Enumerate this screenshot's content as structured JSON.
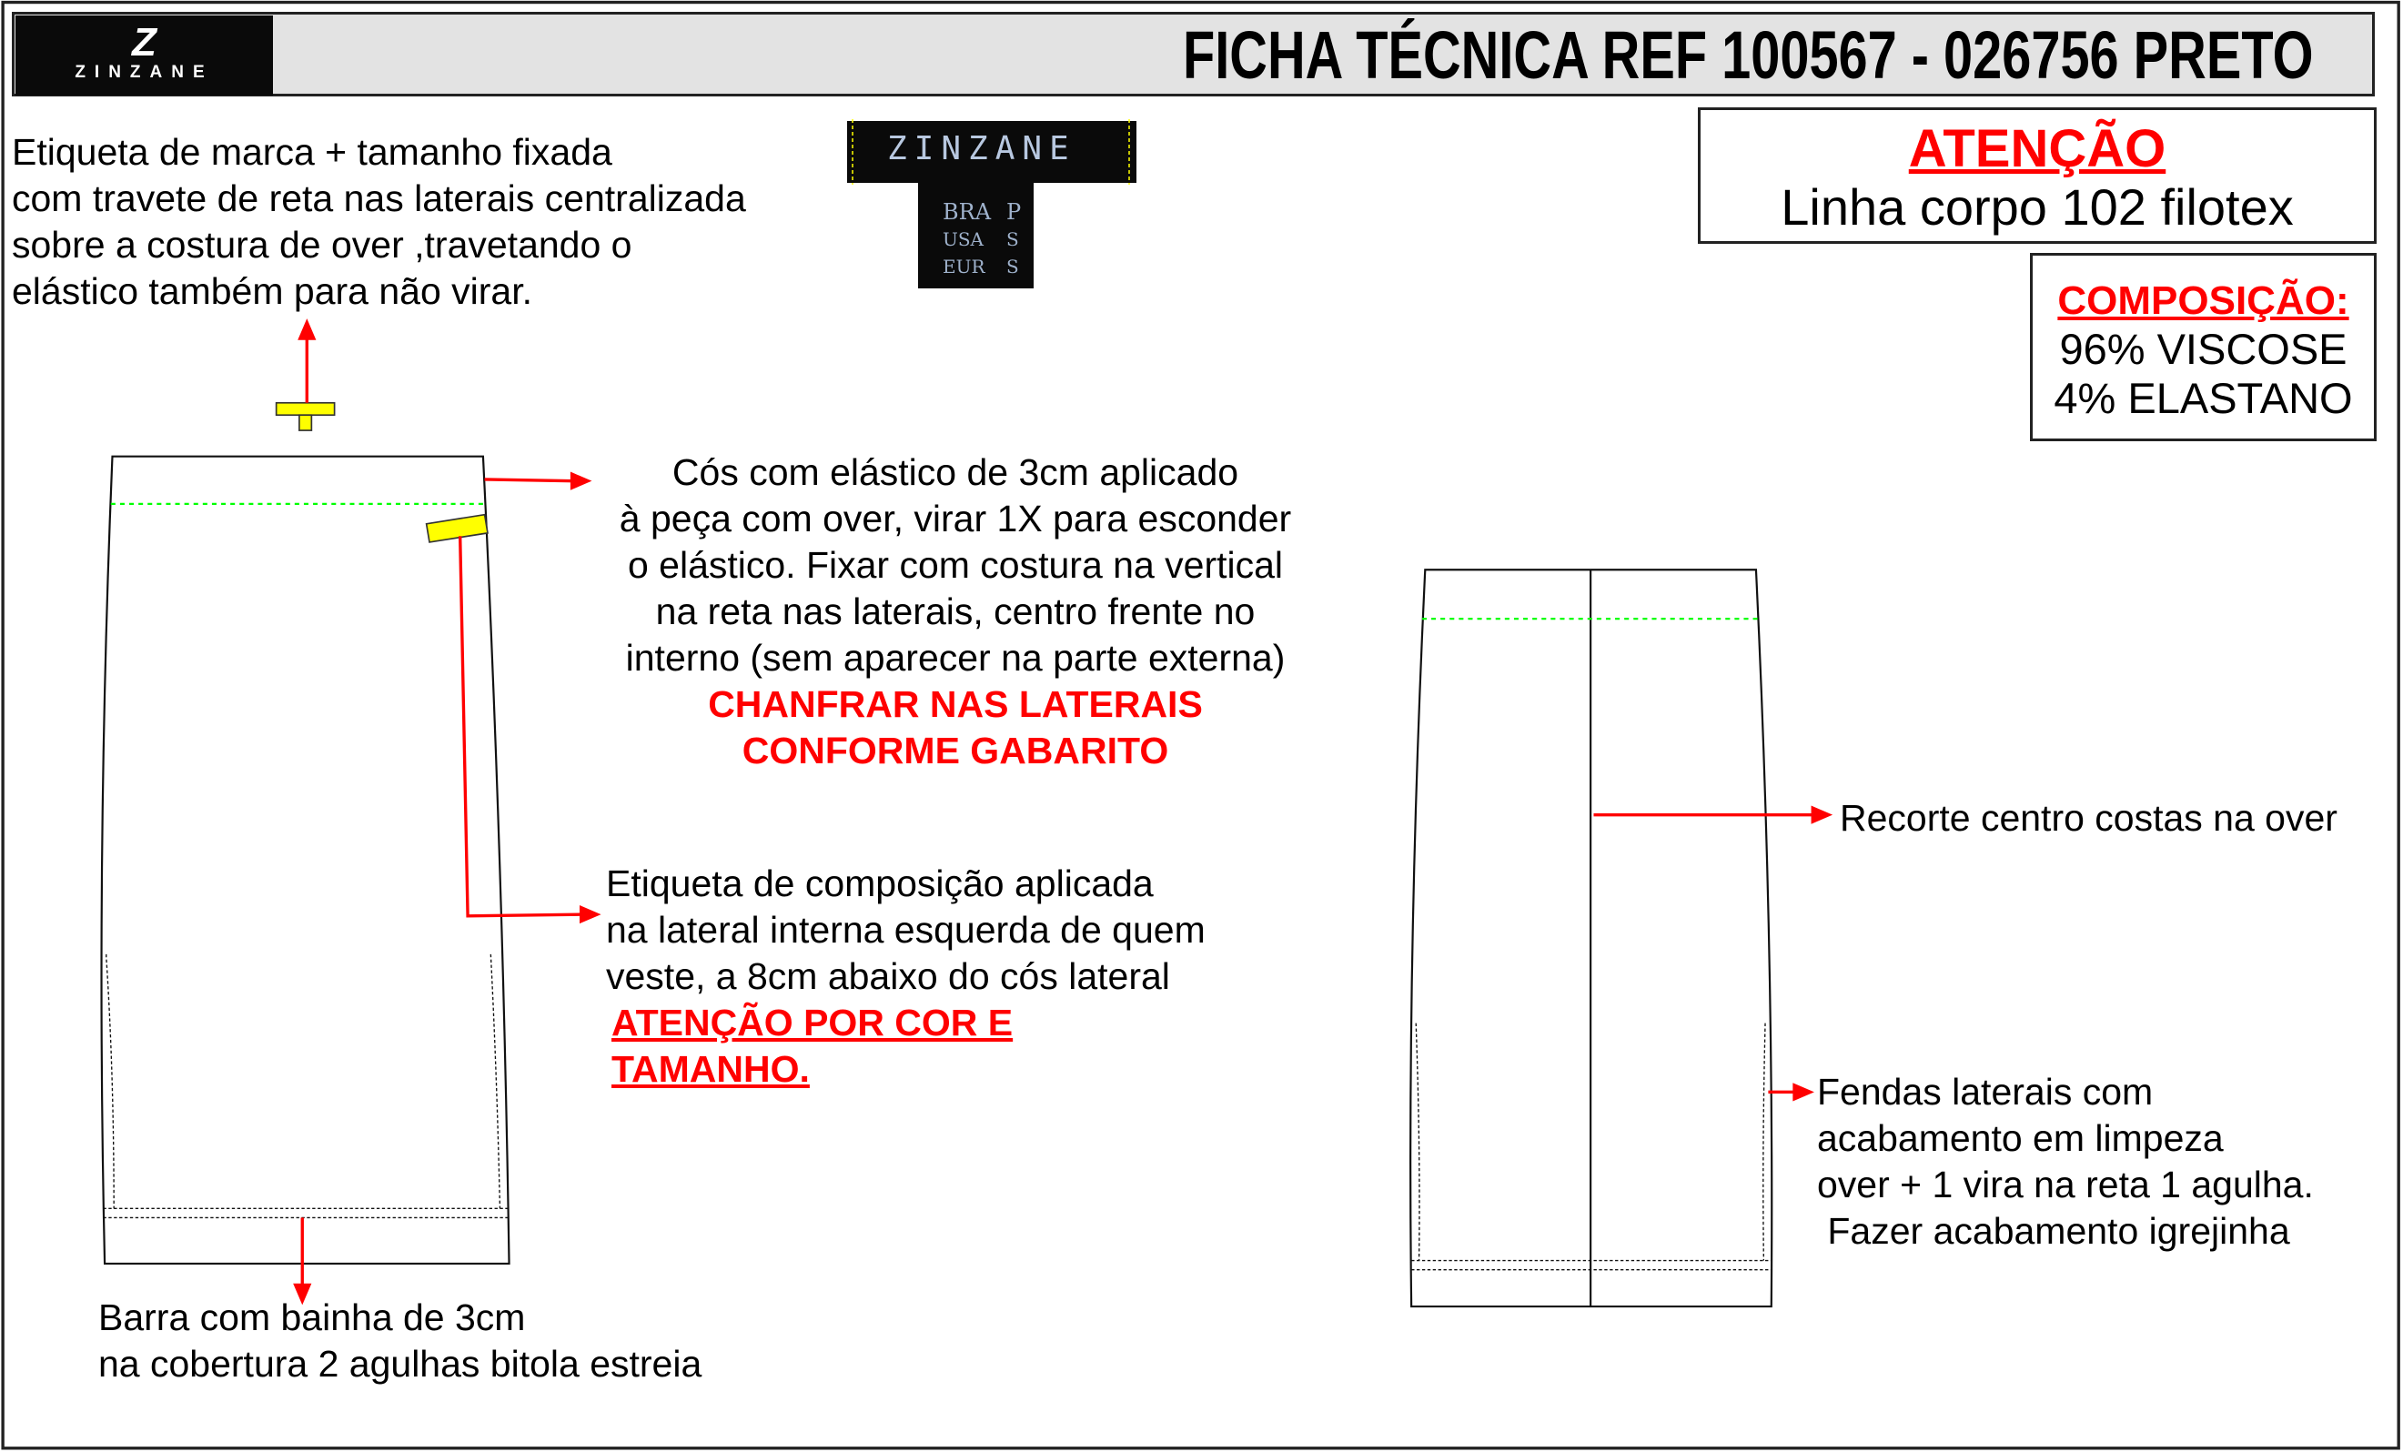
{
  "header": {
    "logo_mark": "Z",
    "logo_word": "ZINZANE",
    "title": "FICHA TÉCNICA REF 100567 - 026756 PRETO"
  },
  "attention": {
    "heading": "ATENÇÃO",
    "text": "Linha corpo 102 filotex"
  },
  "composition": {
    "heading": "COMPOSIÇÃO:",
    "lines": [
      "96% VISCOSE",
      "4% ELASTANO"
    ]
  },
  "brand_tag": {
    "brand": "ZINZANE",
    "sizes": [
      {
        "region": "BRA",
        "size": "P"
      },
      {
        "region": "USA",
        "size": "S"
      },
      {
        "region": "EUR",
        "size": "S"
      }
    ]
  },
  "notes": {
    "brand_label": [
      "Etiqueta de marca + tamanho fixada",
      "com travete de reta nas laterais centralizada",
      "sobre a costura de over ,travetando o",
      "elástico também para não virar."
    ],
    "waistband": [
      "Cós com elástico de 3cm aplicado",
      "à peça com over, virar 1X para esconder",
      "o elástico. Fixar com costura na vertical",
      "na reta nas laterais, centro frente no",
      "interno (sem aparecer na parte externa)"
    ],
    "waistband_warning": [
      "CHANFRAR NAS LATERAIS",
      "CONFORME GABARITO"
    ],
    "composition_label": [
      "Etiqueta de composição aplicada",
      "na lateral interna esquerda de quem",
      "veste, a 8cm abaixo do cós lateral"
    ],
    "composition_warning": [
      "ATENÇÃO POR COR E",
      "TAMANHO."
    ],
    "hem": [
      "Barra com bainha de 3cm",
      "na cobertura 2 agulhas bitola estreia"
    ],
    "back_seam": "Recorte centro costas na over",
    "slits": [
      "Fendas laterais com",
      "acabamento em limpeza",
      "over + 1 vira na reta 1 agulha.",
      " Fazer acabamento igrejinha"
    ]
  },
  "colors": {
    "accent_red": "#ff0000",
    "label_yellow": "#ffff00",
    "stitch_green": "#00ff00",
    "header_gray": "#e3e3e3"
  }
}
